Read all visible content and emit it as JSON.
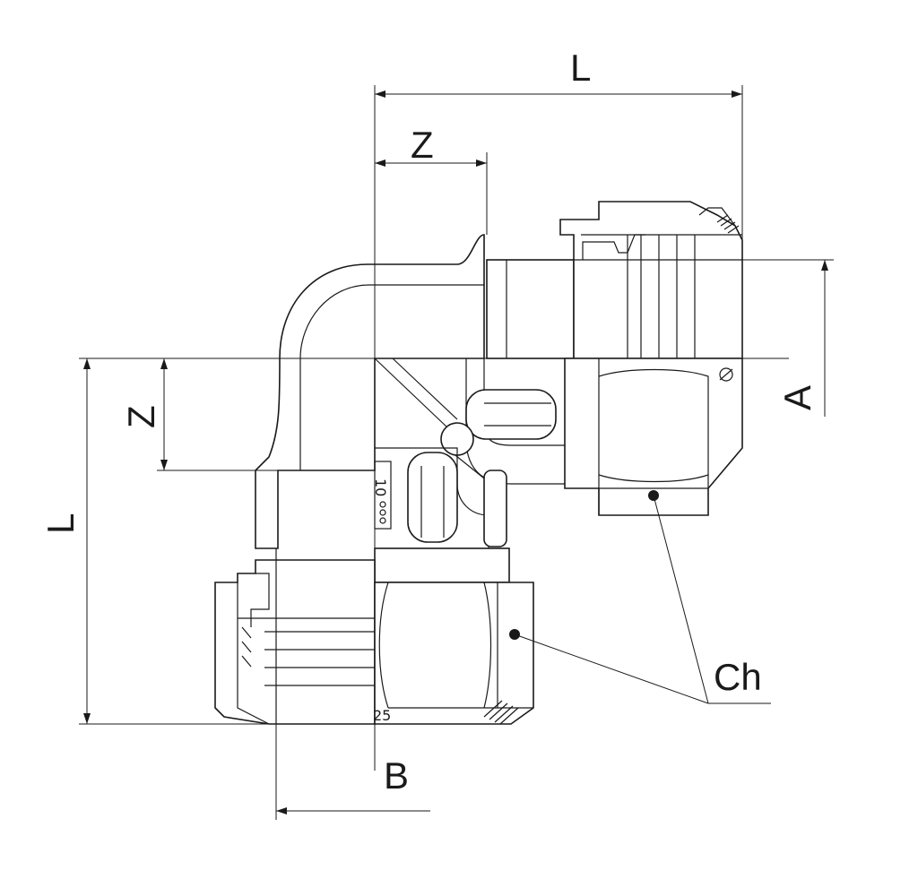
{
  "dimensions": {
    "length_top": "L",
    "offset_top": "Z",
    "length_left": "L",
    "offset_left": "Z",
    "dimension_a": "A",
    "dimension_b": "B",
    "wrench_size": "Ch"
  },
  "part_markings": {
    "vertical_mark": "10",
    "bottom_mark": "25"
  },
  "colors": {
    "line": "#1a1a1a",
    "background": "#ffffff"
  }
}
